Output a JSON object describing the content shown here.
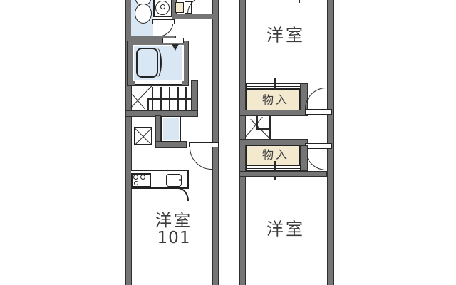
{
  "title": "apartment-floor-plan",
  "colors": {
    "background": "#ffffff",
    "wall_fill": "#757575",
    "wall_outline": "#2f2f2f",
    "water_area_blue": "#d9e6f4",
    "closet_beige": "#f2e9cf",
    "line": "#2a2a2a",
    "text": "#3c3c3c"
  },
  "units": {
    "left": {
      "unit_number": "101",
      "room_label": {
        "line1": "洋室",
        "line2": "101"
      },
      "fixture_icons": [
        "toilet-icon",
        "washing-machine-icon",
        "washbasin-icon",
        "bathtub-icon",
        "staircase-icon",
        "refrigerator-space-icon",
        "storage-box-icon",
        "stove-icon",
        "sink-icon",
        "entrance-door-icon"
      ]
    },
    "right": {
      "upper_room_label": "洋室",
      "lower_room_label": "洋室",
      "upper_closet_label": "物入",
      "lower_closet_label": "物入",
      "fixture_icons": [
        "staircase-icon",
        "sliding-door-icon",
        "room-door-icon"
      ]
    }
  }
}
